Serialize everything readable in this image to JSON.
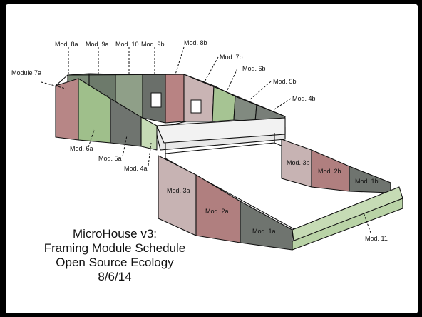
{
  "title_lines": [
    "MicroHouse v3:",
    "Framing Module Schedule",
    "Open Source Ecology",
    "8/6/14"
  ],
  "labels": {
    "mod_8a": "Mod. 8a",
    "mod_9a": "Mod. 9a",
    "mod_10": "Mod. 10",
    "mod_9b": "Mod. 9b",
    "mod_8b": "Mod. 8b",
    "mod_7b": "Mod. 7b",
    "mod_6b": "Mod. 6b",
    "mod_5b": "Mod. 5b",
    "mod_4b": "Mod. 4b",
    "module_7a": "Module 7a",
    "mod_6a": "Mod. 6a",
    "mod_5a": "Mod. 5a",
    "mod_4a": "Mod. 4a",
    "mod_3b": "Mod. 3b",
    "mod_2b": "Mod. 2b",
    "mod_1b": "Mod. 1b",
    "mod_3a": "Mod. 3a",
    "mod_2a": "Mod. 2a",
    "mod_1a": "Mod. 1a",
    "mod_11": "Mod. 11"
  },
  "colors": {
    "rose": "#b07f7f",
    "pink_grey": "#c7b3b3",
    "green": "#9fbf8b",
    "pale_green": "#c6dbb5",
    "dark_grey": "#6f746f",
    "grey_green": "#8a9a88",
    "light_grey": "#e6e6e6"
  }
}
